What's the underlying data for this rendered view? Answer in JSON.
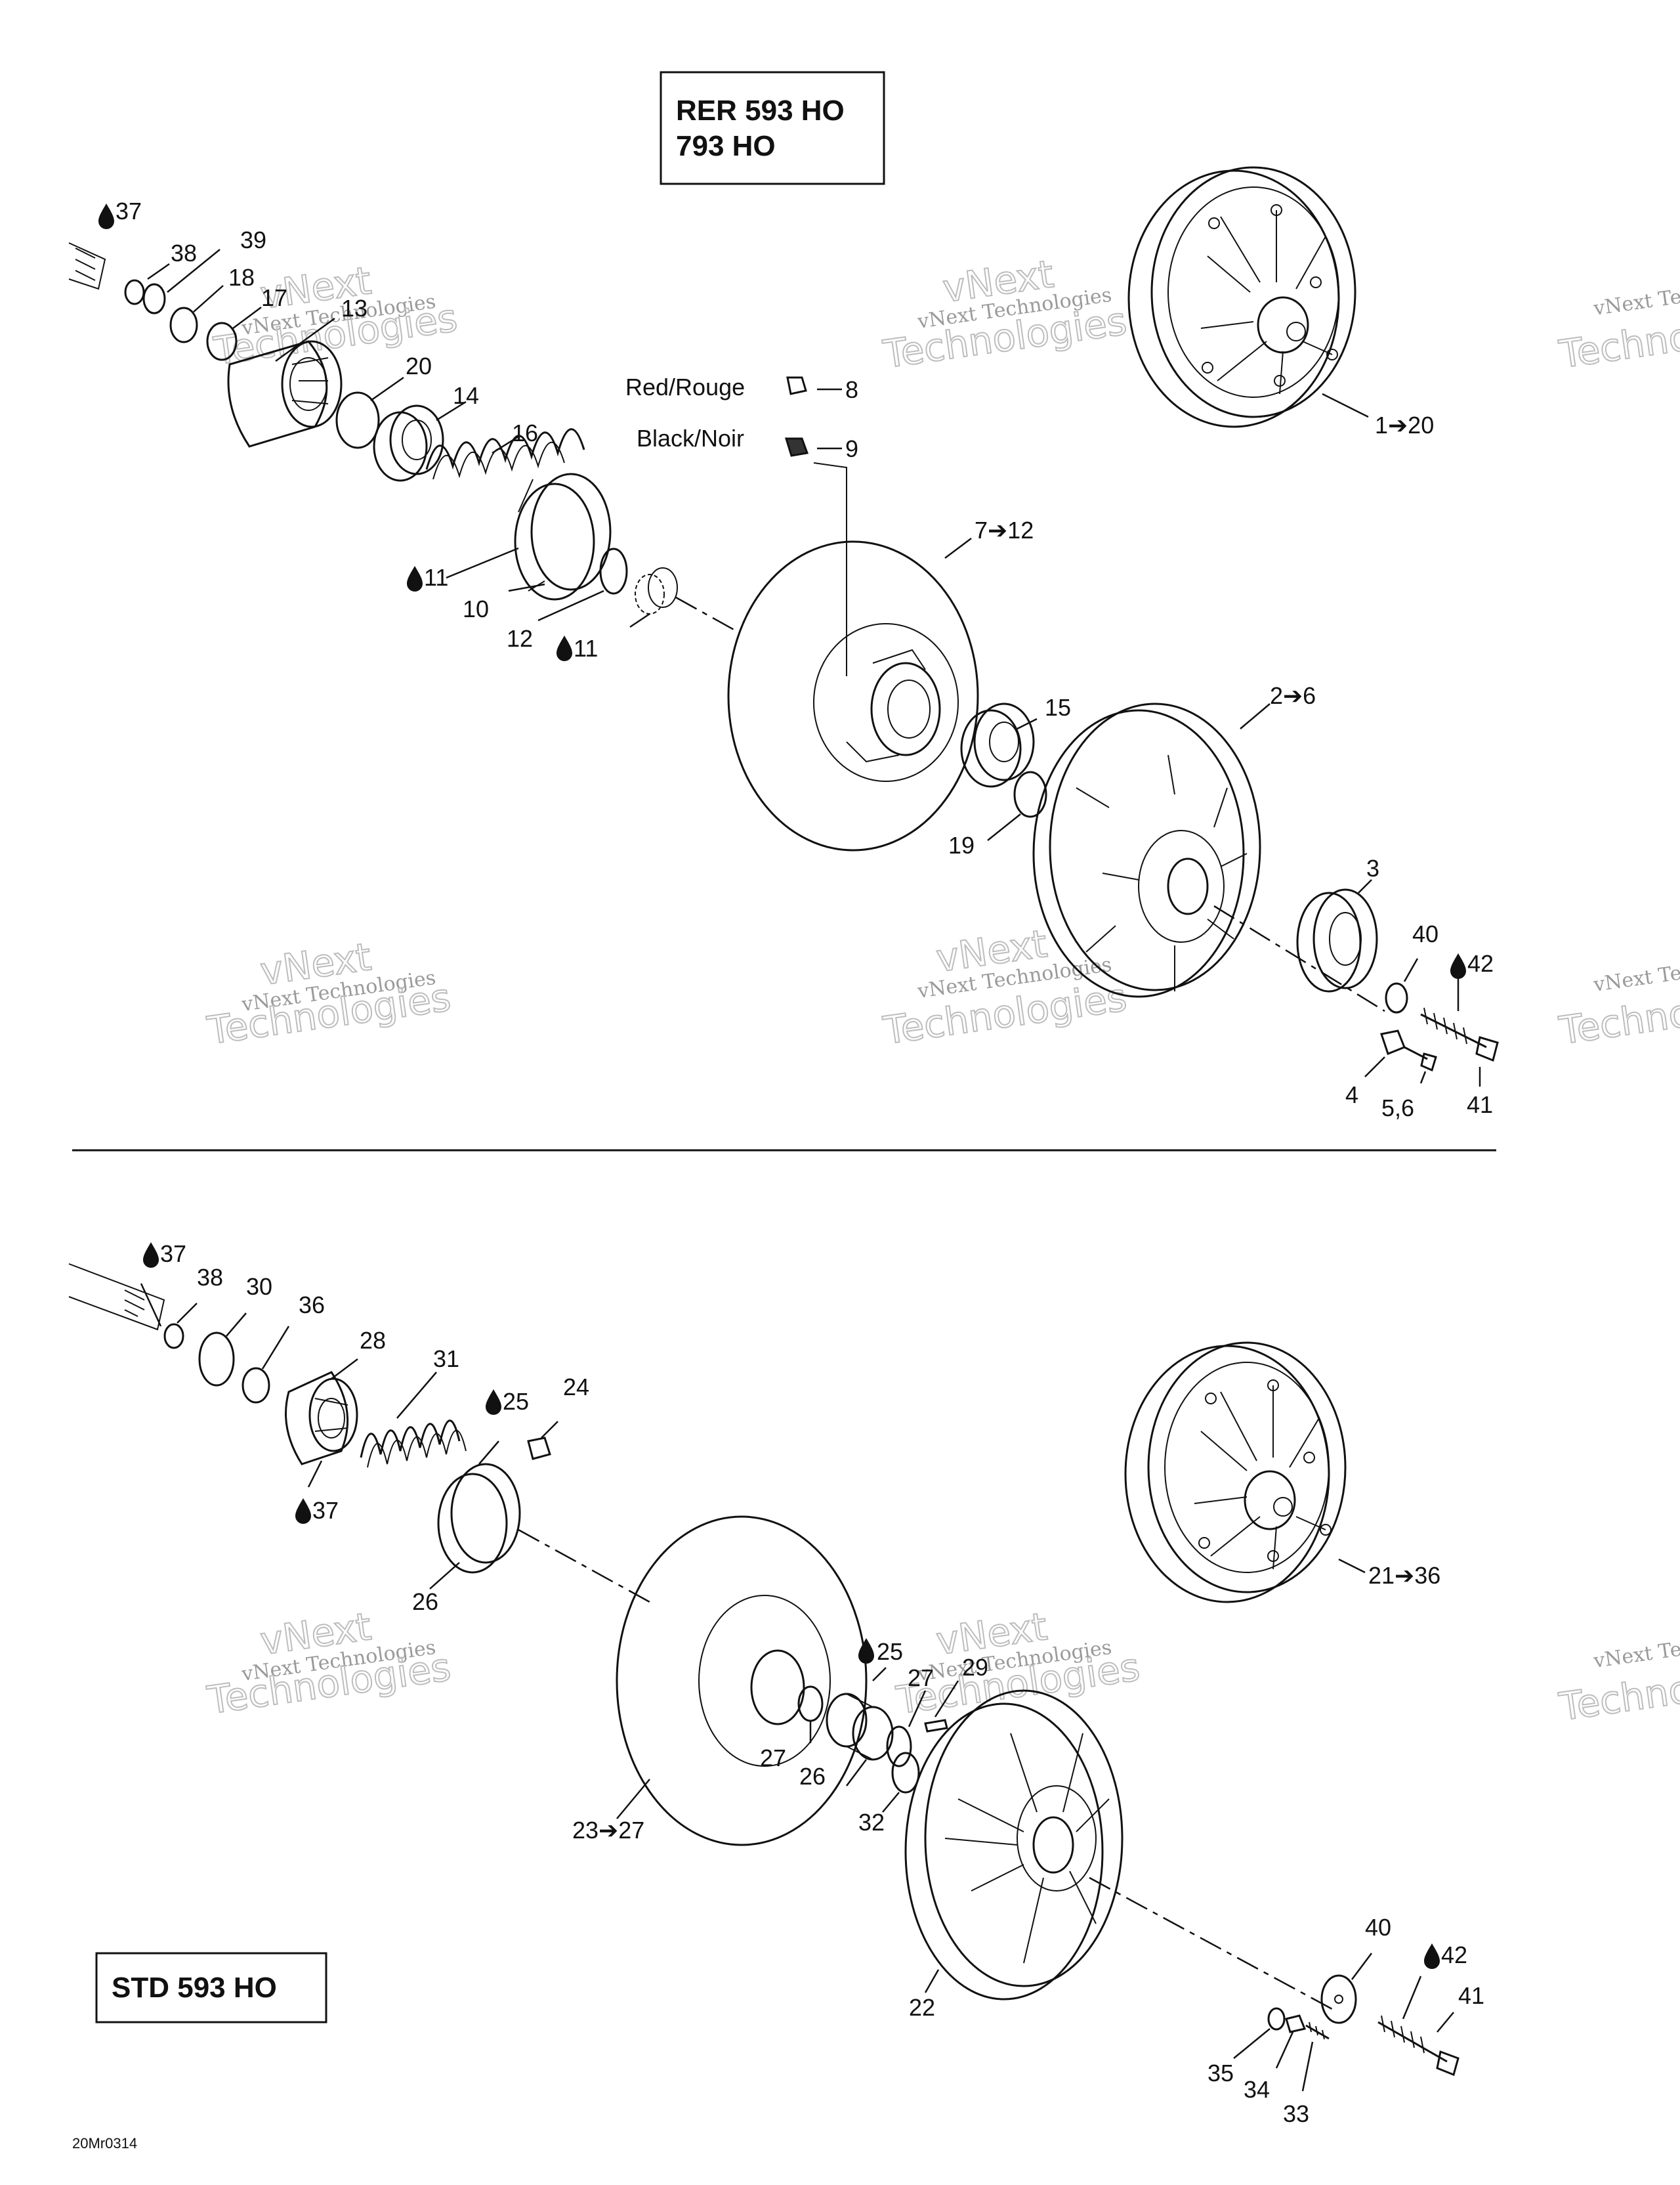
{
  "variants": {
    "top_box": {
      "line1": "RER 593 HO",
      "line2": "793 HO"
    },
    "bottom_box": {
      "line1": "STD 593 HO"
    }
  },
  "color_legend": {
    "red": {
      "text": "Red/Rouge",
      "ref": "8"
    },
    "black": {
      "text": "Black/Noir",
      "ref": "9"
    }
  },
  "top_labels": {
    "l37": "37",
    "l38": "38",
    "l39": "39",
    "l18": "18",
    "l17": "17",
    "l13": "13",
    "l20": "20",
    "l14": "14",
    "l16": "16",
    "l11a": "11",
    "l10": "10",
    "l12": "12",
    "l11b": "11",
    "l7_12": "7➔12",
    "l15": "15",
    "l19": "19",
    "l2_6": "2➔6",
    "l1_20": "1➔20",
    "l3": "3",
    "l40": "40",
    "l42": "42",
    "l4": "4",
    "l5_6": "5,6",
    "l41": "41"
  },
  "bottom_labels": {
    "l37a": "37",
    "l38": "38",
    "l30": "30",
    "l36": "36",
    "l28": "28",
    "l31": "31",
    "l25a": "25",
    "l24": "24",
    "l37b": "37",
    "l26a": "26",
    "l23_27": "23➔27",
    "l25b": "25",
    "l27a": "27",
    "l29": "29",
    "l27b": "27",
    "l26b": "26",
    "l32": "32",
    "l22": "22",
    "l21_36": "21➔36",
    "l40": "40",
    "l42": "42",
    "l41": "41",
    "l35": "35",
    "l34": "34",
    "l33": "33"
  },
  "drawing_ref": "20Mr0314",
  "watermark": {
    "line1": "vNext Technologies",
    "line2": "vNext",
    "line3": "Technologies"
  },
  "icons": {
    "lubricant": "oil-drop-icon",
    "arrow": "arrow-right-glyph"
  }
}
